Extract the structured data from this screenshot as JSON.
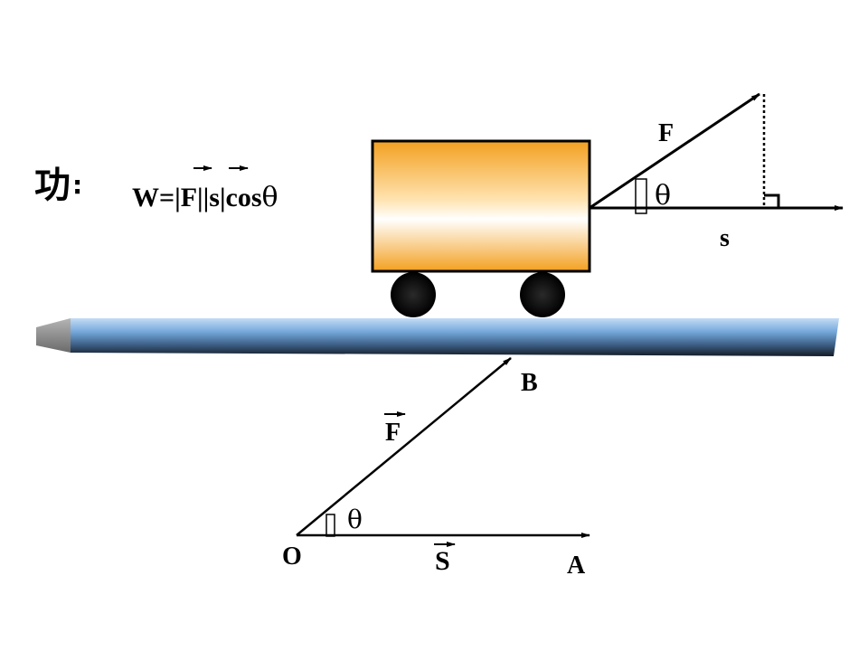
{
  "title": {
    "main": "功",
    "colon": ":"
  },
  "formula": {
    "prefix": "W=|",
    "vec1": "F",
    "mid": "||",
    "vec2": "s",
    "suffix": "|cos",
    "angle": "θ"
  },
  "top_diagram": {
    "force_label": "F",
    "angle_label": "θ",
    "displacement_label": "s"
  },
  "bottom_diagram": {
    "point_o": "O",
    "point_a": "A",
    "point_b": "B",
    "force_vector": "F",
    "displacement_vector": "S",
    "angle_label": "θ"
  },
  "colors": {
    "cart_edge": "#f3a020",
    "cart_light": "#ffffff",
    "cart_border": "#000000",
    "wheel": "#000000",
    "ground_top": "#a9c8ea",
    "ground_mid": "#6a9fd6",
    "ground_bottom": "#1e2a3a",
    "ground_end": "#8a8a8a"
  }
}
